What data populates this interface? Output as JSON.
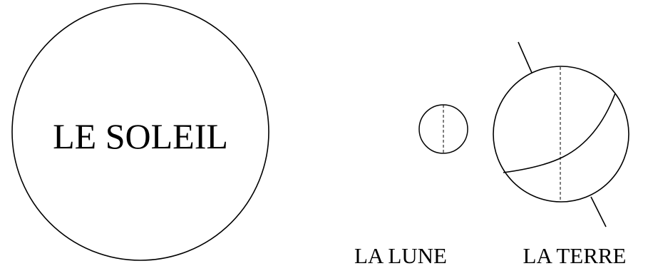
{
  "labels": {
    "sun": "LE SOLEIL",
    "moon": "LA LUNE",
    "earth": "LA TERRE"
  },
  "colors": {
    "stroke": "#000000",
    "background": "#ffffff"
  }
}
